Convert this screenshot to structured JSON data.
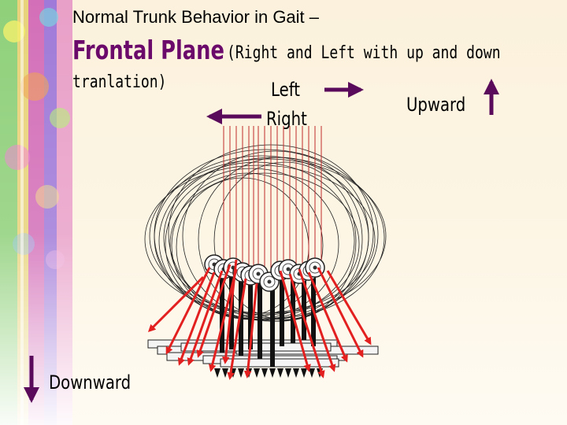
{
  "title": {
    "line1": "Normal Trunk Behavior in Gait –",
    "line2_main": "Frontal Plane",
    "line2_rest": "(Right and Left with up and down",
    "line3": "tranlation)"
  },
  "directions": {
    "left": "Left",
    "right": "Right",
    "upward": "Upward",
    "downward": "Downward"
  },
  "colors": {
    "title_accent": "#6c0a6c",
    "arrow": "#5a0a5a",
    "force_vector": "#e32020",
    "vertical_line": "#c02a2a"
  },
  "icons": {
    "left_arrow": "arrow-right-icon",
    "right_arrow": "arrow-left-icon",
    "upward_arrow": "arrow-up-icon",
    "downward_arrow": "arrow-down-icon"
  }
}
